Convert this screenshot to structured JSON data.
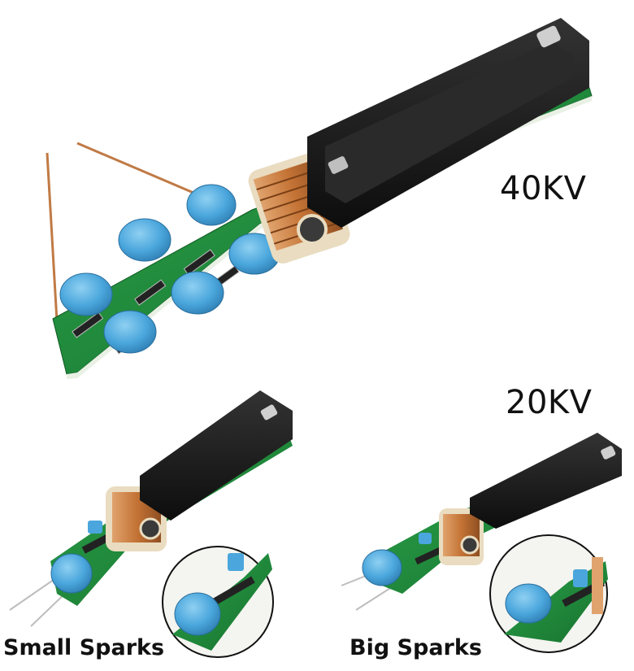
{
  "labels": {
    "top_voltage": "40KV",
    "mid_voltage": "20KV",
    "left_caption": "Small Sparks",
    "right_caption": "Big Sparks"
  },
  "colors": {
    "pcb_green": "#1f8a3a",
    "capacitor_blue": "#4aa6dc",
    "battery_black": "#1a1a1a",
    "coil_copper": "#c97a3e"
  }
}
